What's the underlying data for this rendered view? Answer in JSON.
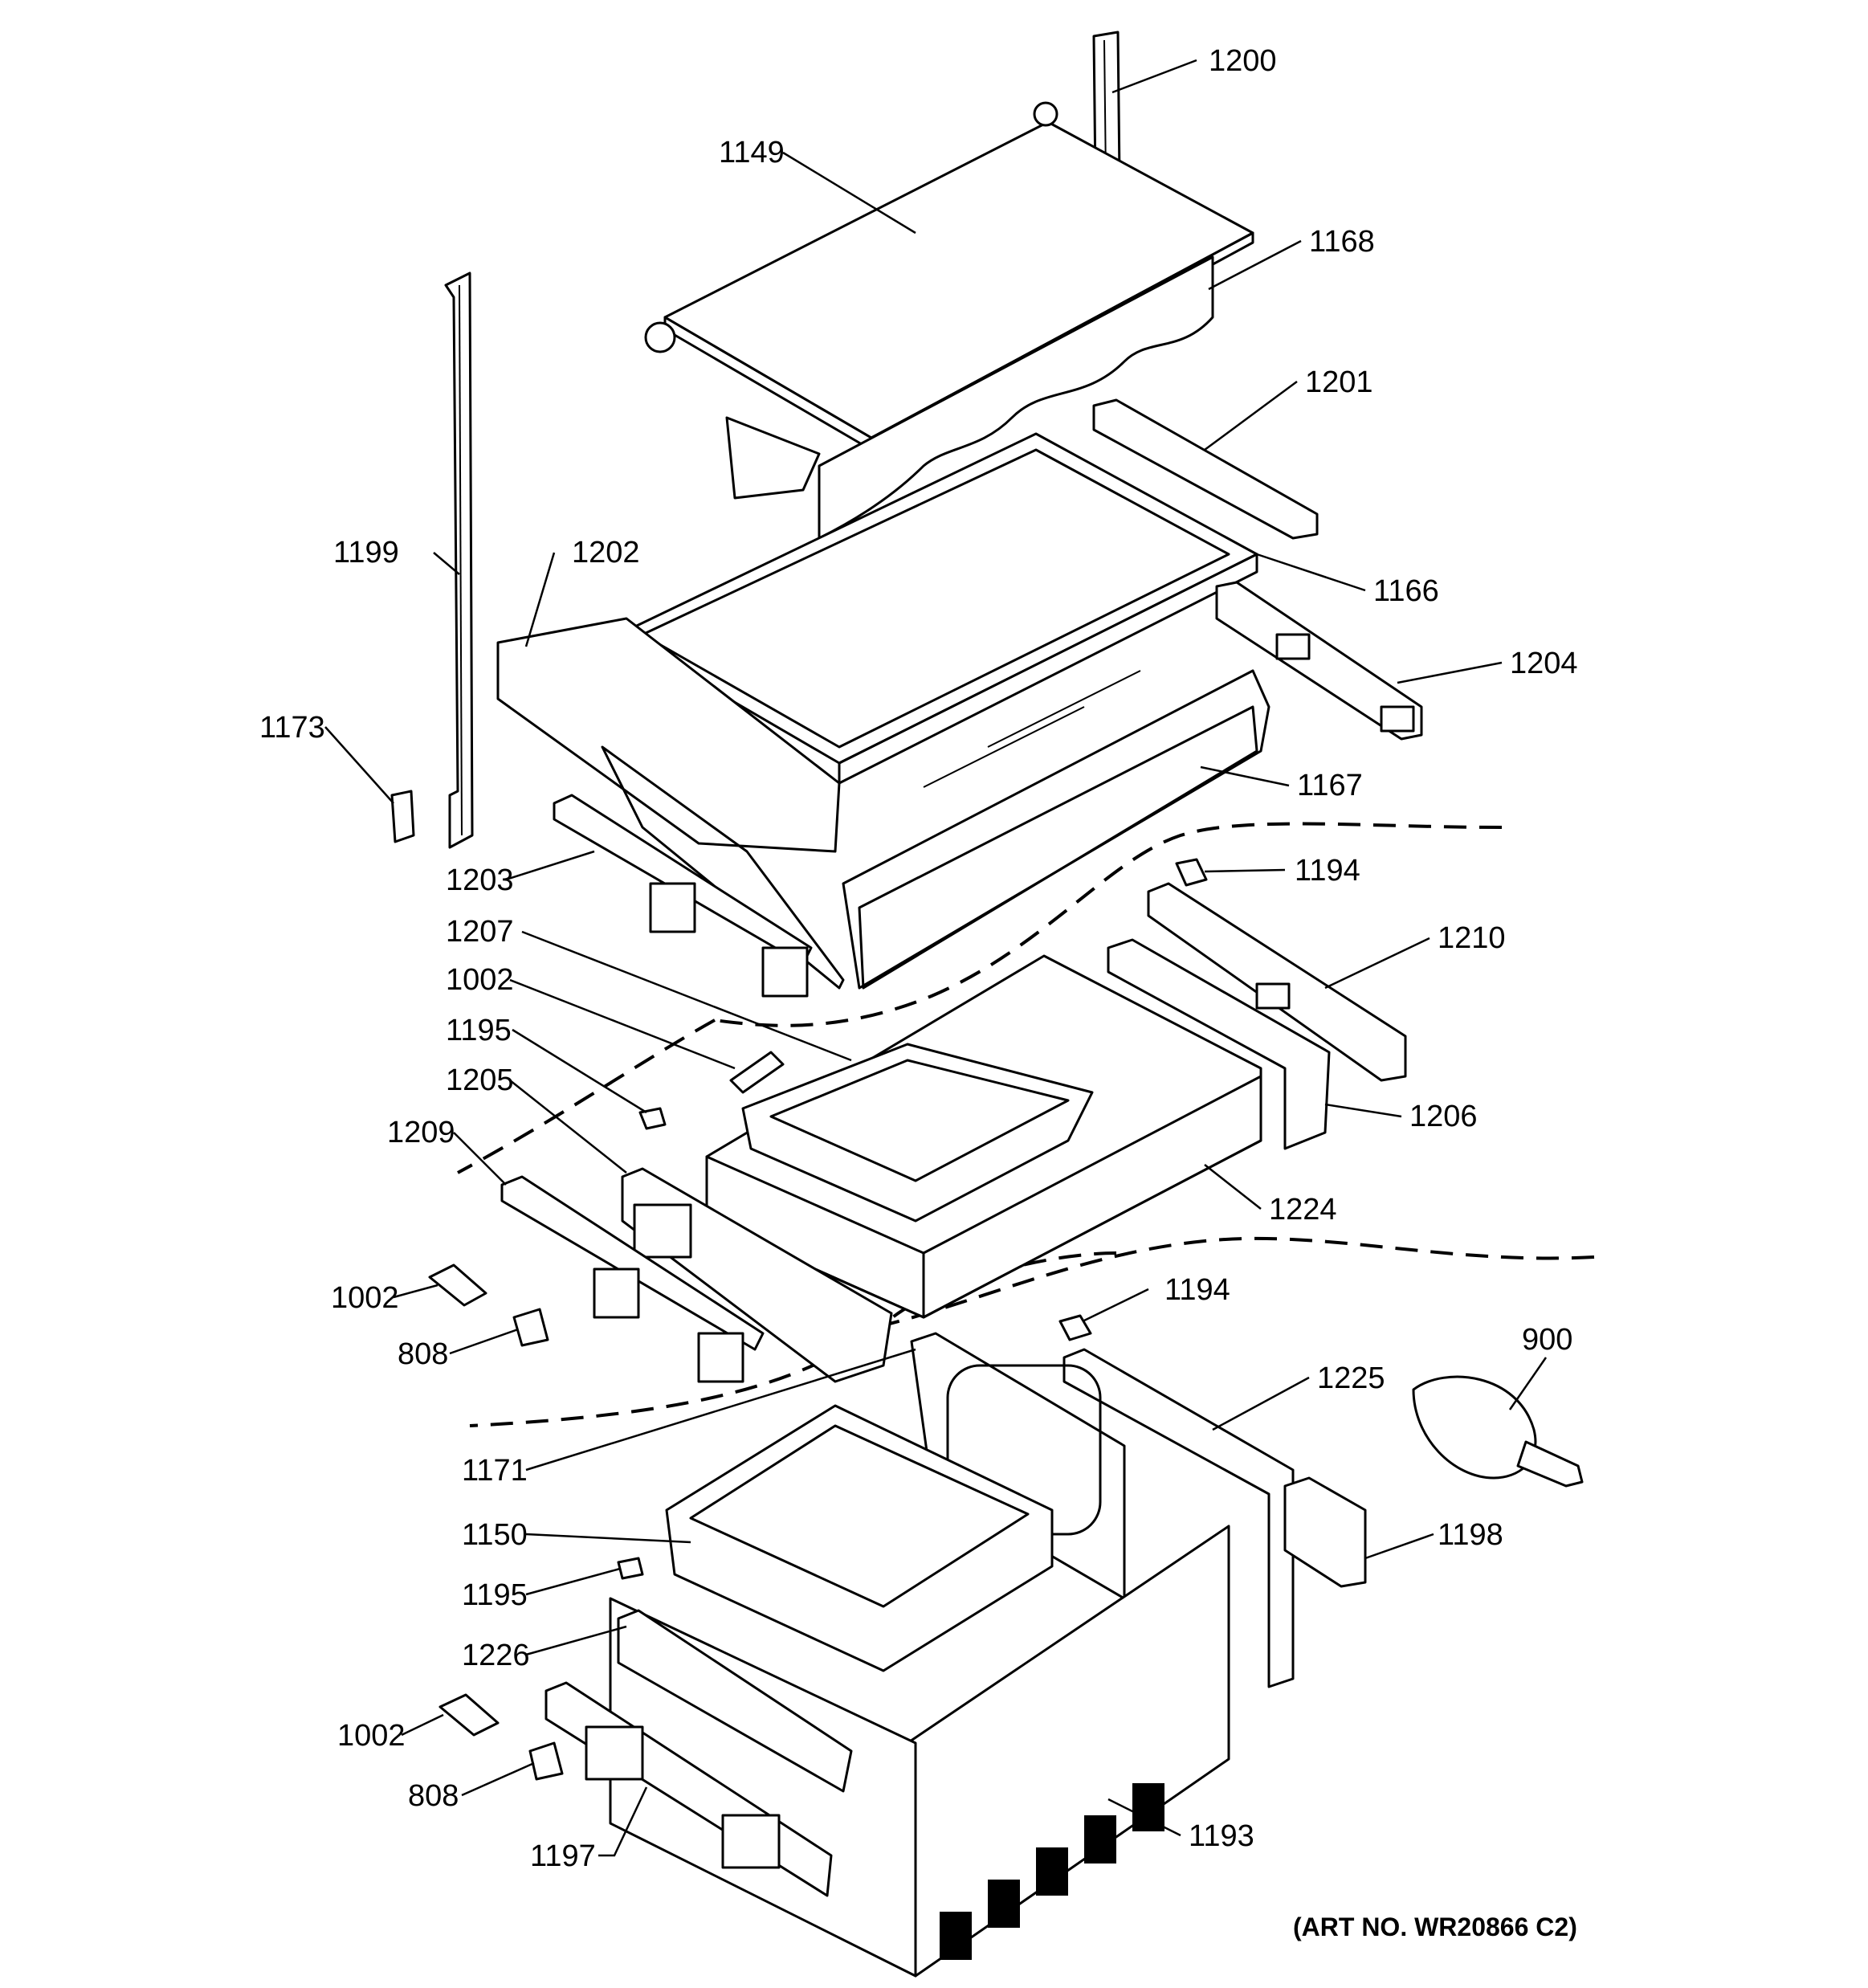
{
  "art_number": "(ART NO. WR20866 C2)",
  "callouts": [
    {
      "id": "1200",
      "text": "1200"
    },
    {
      "id": "1149",
      "text": "1149"
    },
    {
      "id": "1168",
      "text": "1168"
    },
    {
      "id": "1201",
      "text": "1201"
    },
    {
      "id": "1199",
      "text": "1199"
    },
    {
      "id": "1202",
      "text": "1202"
    },
    {
      "id": "1166",
      "text": "1166"
    },
    {
      "id": "1204",
      "text": "1204"
    },
    {
      "id": "1173",
      "text": "1173"
    },
    {
      "id": "1167",
      "text": "1167"
    },
    {
      "id": "1203",
      "text": "1203"
    },
    {
      "id": "1194a",
      "text": "1194"
    },
    {
      "id": "1207",
      "text": "1207"
    },
    {
      "id": "1210",
      "text": "1210"
    },
    {
      "id": "1002a",
      "text": "1002"
    },
    {
      "id": "1195a",
      "text": "1195"
    },
    {
      "id": "1205",
      "text": "1205"
    },
    {
      "id": "1206",
      "text": "1206"
    },
    {
      "id": "1209",
      "text": "1209"
    },
    {
      "id": "1224",
      "text": "1224"
    },
    {
      "id": "1002b",
      "text": "1002"
    },
    {
      "id": "1194b",
      "text": "1194"
    },
    {
      "id": "808a",
      "text": "808"
    },
    {
      "id": "900",
      "text": "900"
    },
    {
      "id": "1225",
      "text": "1225"
    },
    {
      "id": "1171",
      "text": "1171"
    },
    {
      "id": "1198",
      "text": "1198"
    },
    {
      "id": "1150",
      "text": "1150"
    },
    {
      "id": "1195b",
      "text": "1195"
    },
    {
      "id": "1226",
      "text": "1226"
    },
    {
      "id": "1002c",
      "text": "1002"
    },
    {
      "id": "808b",
      "text": "808"
    },
    {
      "id": "1193",
      "text": "1193"
    },
    {
      "id": "1197",
      "text": "1197"
    }
  ]
}
